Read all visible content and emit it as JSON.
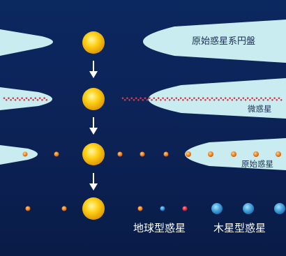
{
  "labels": {
    "protoplanetary_disk": "原始惑星系円盤",
    "planetesimals": "微惑星",
    "protoplanets": "原始惑星",
    "terrestrial_planets": "地球型惑星",
    "jovian_planets": "木星型惑星"
  },
  "colors": {
    "background": "#0b2458",
    "disk": "#c8ecf0",
    "sun": "#f7c600",
    "arrow": "#ffffff",
    "orange_body": "#f08a24",
    "blue_body": "#3d9ed9",
    "red_body": "#e83248",
    "planetesimal_dot": "#d93a4a"
  }
}
